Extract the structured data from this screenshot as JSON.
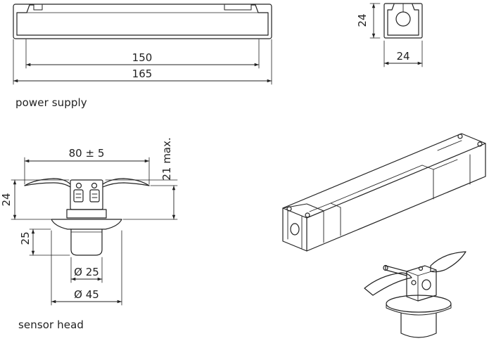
{
  "captions": {
    "power_supply": "power supply",
    "sensor_head": "sensor head"
  },
  "dimensions": {
    "ps_length_inner": "150",
    "ps_length_total": "165",
    "ps_height": "24",
    "ps_width": "24",
    "sh_span": "80 ± 5",
    "sh_max_height": "21 max.",
    "sh_height": "24",
    "sh_stem_height": "25",
    "sh_stem_dia": "Ø 25",
    "sh_flange_dia": "Ø 45"
  }
}
